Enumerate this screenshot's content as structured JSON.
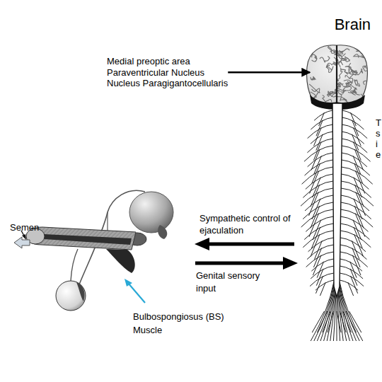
{
  "diagram": {
    "nodes": [
      {
        "text": [
          "Brain"
        ]
      },
      {
        "text": [
          "Medial preoptic area",
          "Paraventricular Nucleus",
          "Nucleus Paragigantocellularis"
        ]
      }
    ],
    "edges": [
      {
        "from": 1,
        "to": 0,
        "arrow": "to"
      }
    ],
    "labels": [
      "Sympathetic control of ejaculation",
      "Genital sensory input",
      "Semen",
      "Bulbospongiosus (BS) Muscle",
      "T",
      "s",
      "i",
      "e"
    ]
  }
}
